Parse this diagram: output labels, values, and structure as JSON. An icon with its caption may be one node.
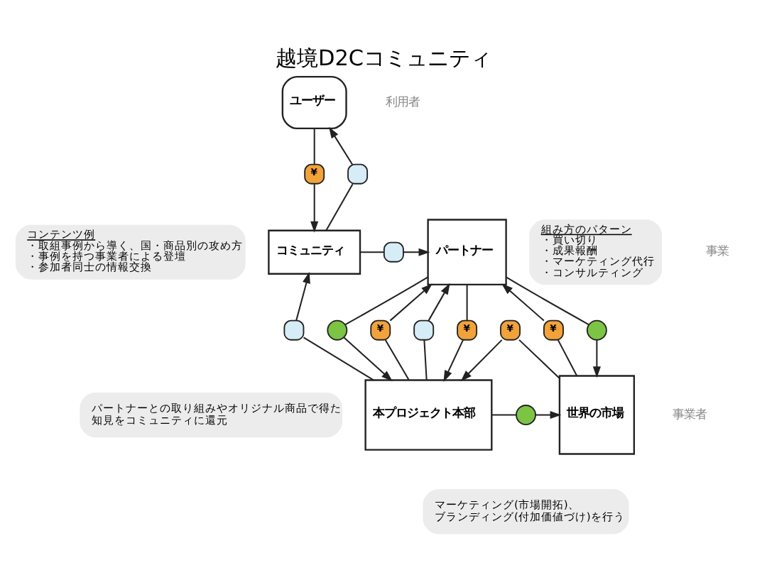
{
  "diagram": {
    "title": "越境D2Cコミュニティ",
    "nodes": [
      {
        "text": [
          "ユーザー"
        ]
      },
      {
        "text": [
          "¥"
        ]
      },
      {
        "text": [],
        "shape": "box"
      },
      {
        "text": [
          "コンテンツ例",
          "・取組事例から導く、国・商品別の攻め方",
          "・事例を持つ事業者による登壇",
          "・参加者同士の情報交換"
        ]
      },
      {
        "text": [
          "コミュニティ"
        ]
      },
      {
        "text": [],
        "shape": "box"
      },
      {
        "text": [
          "パートナー"
        ]
      },
      {
        "text": [
          "組み方のパターン",
          "・買い切り",
          "・成果報酬",
          "・マーケティング代行",
          "・コンサルティング"
        ]
      },
      {
        "text": [],
        "shape": "box"
      },
      {
        "text": [],
        "shape": "circle"
      },
      {
        "text": [
          "¥"
        ]
      },
      {
        "text": [],
        "shape": "box"
      },
      {
        "text": [
          "¥"
        ]
      },
      {
        "text": [
          "¥"
        ]
      },
      {
        "text": [
          "¥"
        ]
      },
      {
        "text": [],
        "shape": "circle"
      },
      {
        "text": [
          "パートナーとの取り組みやオリジナル商品で得た知見をコミュニティに還元"
        ]
      },
      {
        "text": [
          "本プロジェクト本部"
        ]
      },
      {
        "text": [],
        "shape": "circle"
      },
      {
        "text": [
          "世界の市場"
        ]
      },
      {
        "text": [
          "マーケティング(市場開拓)、ブランディング(付加価値づけ)を行う"
        ]
      }
    ],
    "edges": [
      {
        "from": 0,
        "to": 1,
        "arrow": "none"
      },
      {
        "from": 1,
        "to": 4,
        "arrow": "to"
      },
      {
        "from": 4,
        "to": 2,
        "arrow": "none"
      },
      {
        "from": 2,
        "to": 0,
        "arrow": "to"
      },
      {
        "from": 4,
        "to": 5,
        "arrow": "none"
      },
      {
        "from": 5,
        "to": 6,
        "arrow": "to"
      },
      {
        "from": 6,
        "to": 15,
        "arrow": "none"
      },
      {
        "from": 15,
        "to": 19,
        "arrow": "to"
      },
      {
        "from": 19,
        "to": 14,
        "arrow": "none"
      },
      {
        "from": 14,
        "to": 6,
        "arrow": "to"
      },
      {
        "from": 6,
        "to": 9,
        "arrow": "none"
      },
      {
        "from": 9,
        "to": 17,
        "arrow": "to"
      },
      {
        "from": 17,
        "to": 10,
        "arrow": "none"
      },
      {
        "from": 10,
        "to": 6,
        "arrow": "to"
      },
      {
        "from": 17,
        "to": 11,
        "arrow": "none"
      },
      {
        "from": 11,
        "to": 6,
        "arrow": "to"
      },
      {
        "from": 6,
        "to": 12,
        "arrow": "none"
      },
      {
        "from": 12,
        "to": 17,
        "arrow": "to"
      },
      {
        "from": 19,
        "to": 13,
        "arrow": "none"
      },
      {
        "from": 13,
        "to": 17,
        "arrow": "to"
      },
      {
        "from": 17,
        "to": 18,
        "arrow": "none"
      },
      {
        "from": 18,
        "to": 19,
        "arrow": "to"
      },
      {
        "from": 17,
        "to": 8,
        "arrow": "none"
      },
      {
        "from": 8,
        "to": 4,
        "arrow": "to"
      }
    ],
    "labels": [
      "利用者",
      "事業",
      "事業者"
    ]
  }
}
